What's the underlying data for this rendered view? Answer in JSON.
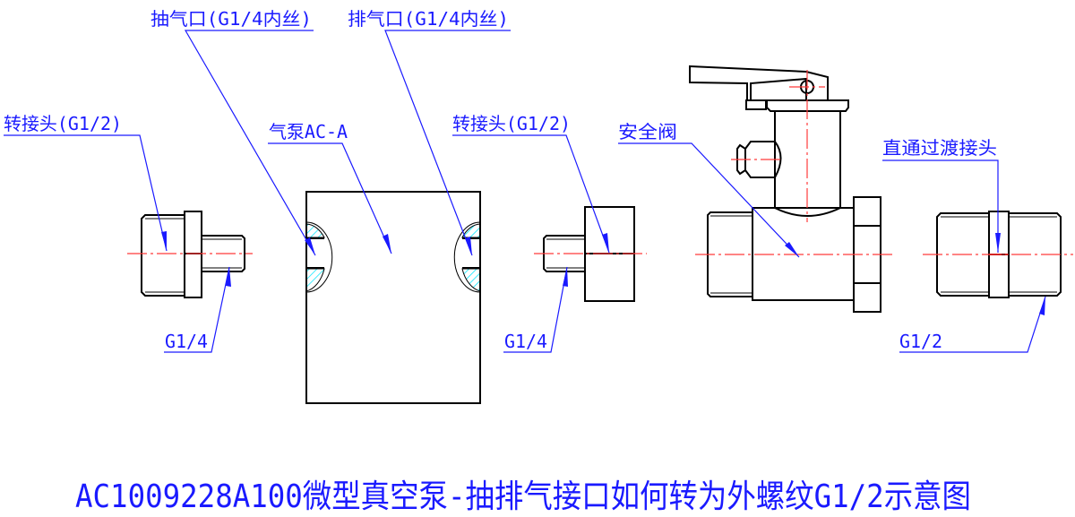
{
  "diagram": {
    "title": "AC1009228A100微型真空泵-抽排气接口如何转为外螺纹G1/2示意图",
    "colors": {
      "label": "#1a1aff",
      "centerline": "#ff3b3b",
      "outline": "#000000",
      "hatch": "#00e5ff"
    },
    "labels": {
      "suction_port": "抽气口(G1/4内丝)",
      "exhaust_port": "排气口(G1/4内丝)",
      "adapter_left": "转接头(G1/2)",
      "pump": "气泵AC-A",
      "adapter_right": "转接头(G1/2)",
      "safety_valve": "安全阀",
      "straight_adapter": "直通过渡接头",
      "thread_left": "G1/4",
      "thread_mid": "G1/4",
      "thread_right": "G1/2"
    }
  }
}
